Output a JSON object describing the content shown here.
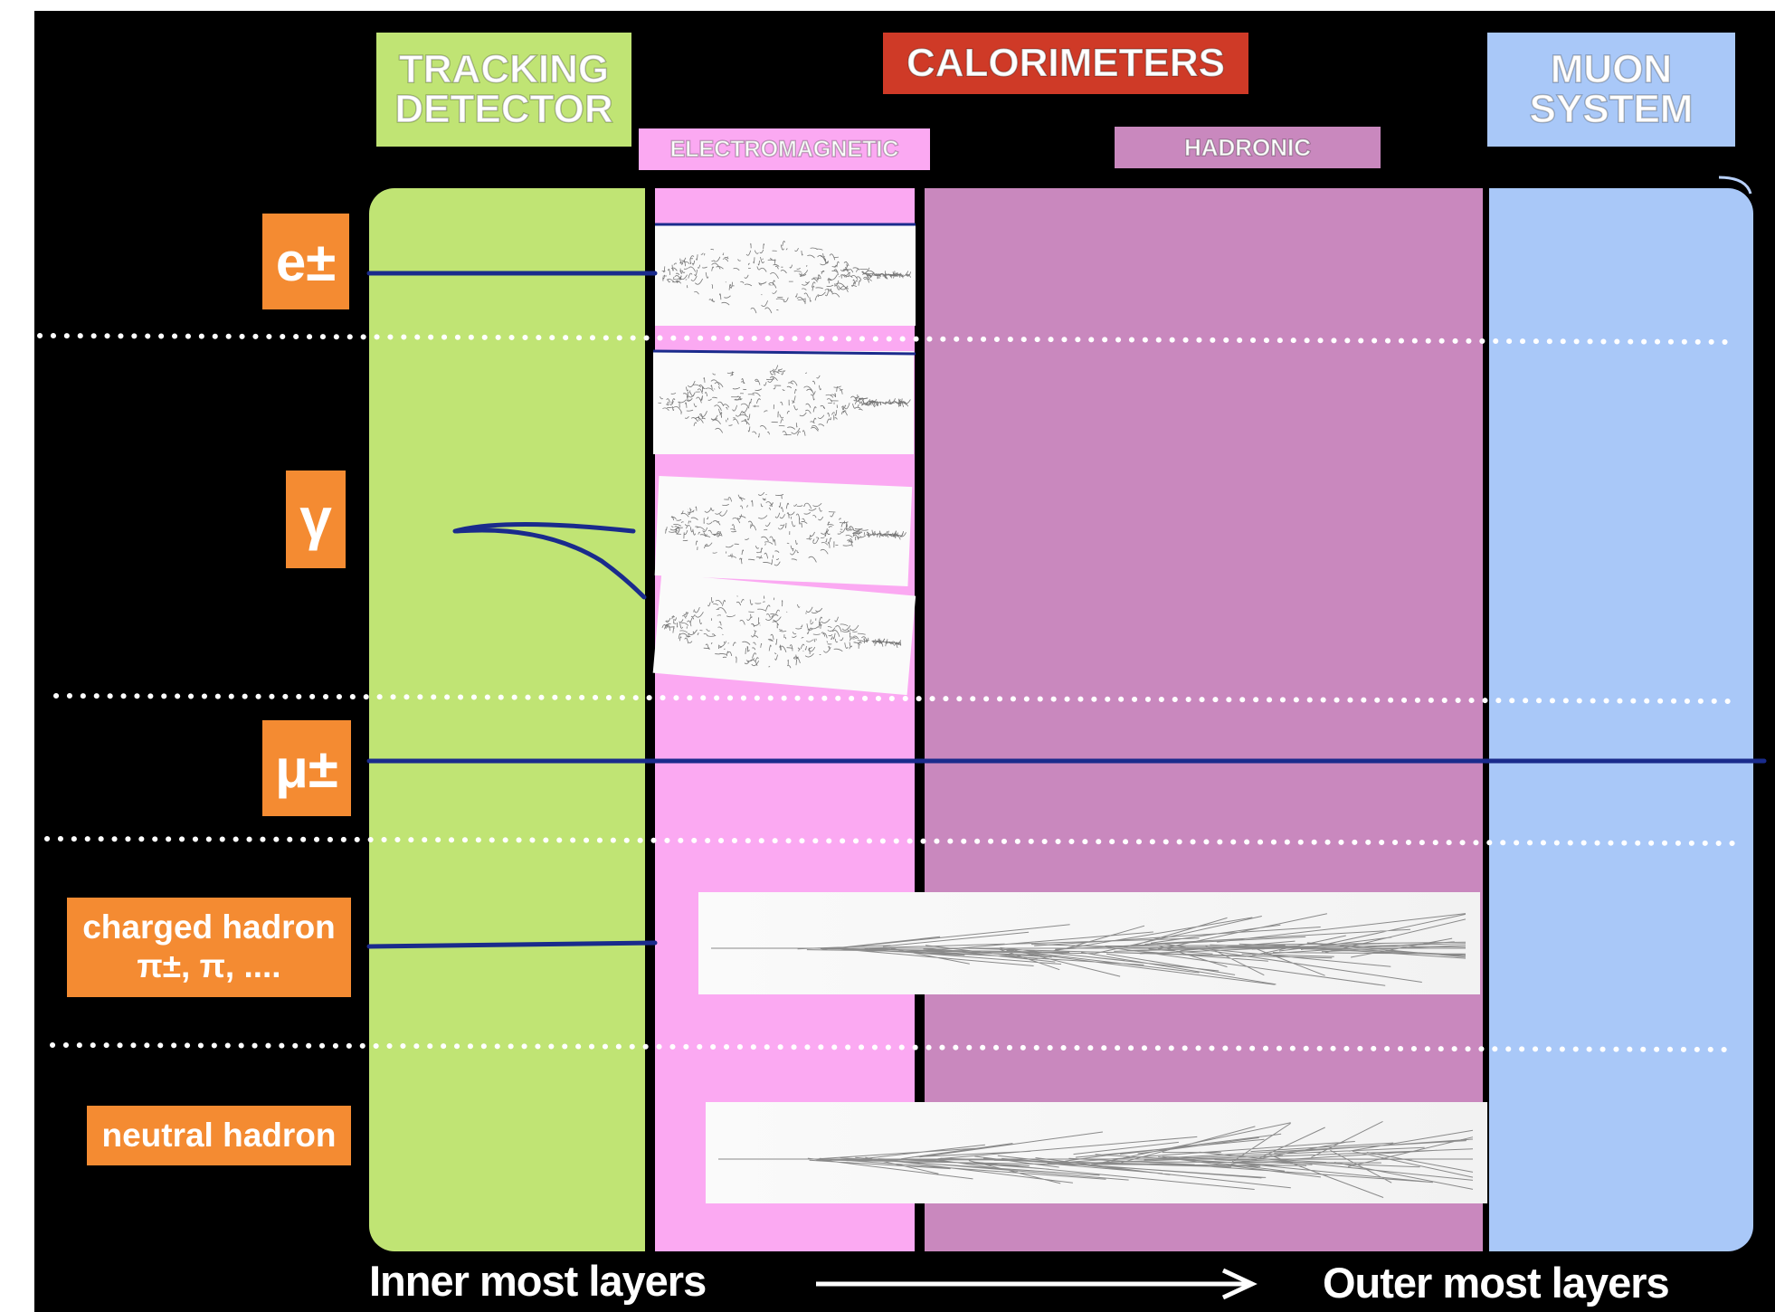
{
  "colors": {
    "background": "#000000",
    "tracking": "#c0e474",
    "electromagnetic": "#fba9f2",
    "hadronic": "#c988be",
    "muon": "#a9c8f8",
    "calorimeters_header": "#cf3a27",
    "particle_label": "#f48b32",
    "track": "#1a2b8c",
    "separator": "#ffffff"
  },
  "headers": {
    "tracking": "TRACKING\nDETECTOR",
    "calorimeters": "CALORIMETERS",
    "electromagnetic": "ELECTROMAGNETIC",
    "hadronic": "HADRONIC",
    "muon": "MUON\nSYSTEM"
  },
  "particles": [
    {
      "label": "e±",
      "track_ends_in": "electromagnetic",
      "shower": "electromagnetic"
    },
    {
      "label": "γ",
      "track_ends_in": "none (converts in tracker)",
      "shower": "electromagnetic"
    },
    {
      "label": "μ±",
      "track_ends_in": "beyond muon system",
      "shower": "none"
    },
    {
      "label": "charged hadron\nπ±, π, ....",
      "track_ends_in": "electromagnetic",
      "shower": "hadronic"
    },
    {
      "label": "neutral hadron",
      "track_ends_in": "none",
      "shower": "hadronic"
    }
  ],
  "footer": {
    "inner": "Inner most layers",
    "outer": "Outer most layers",
    "arrow_icon": "right-arrow-icon"
  }
}
